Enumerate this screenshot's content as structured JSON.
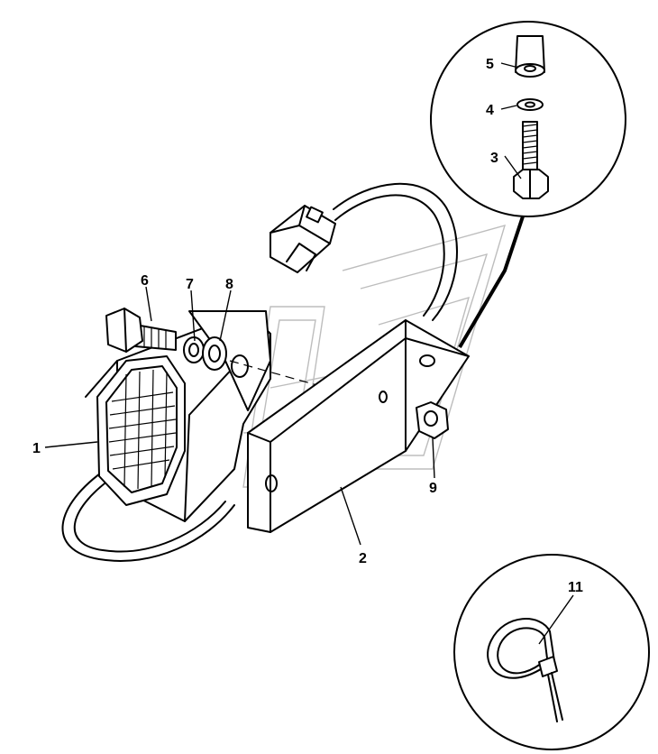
{
  "callouts": {
    "c1": "1",
    "c2": "2",
    "c3": "3",
    "c4": "4",
    "c5": "5",
    "c6": "6",
    "c7": "7",
    "c8": "8",
    "c9": "9",
    "c11": "11"
  }
}
